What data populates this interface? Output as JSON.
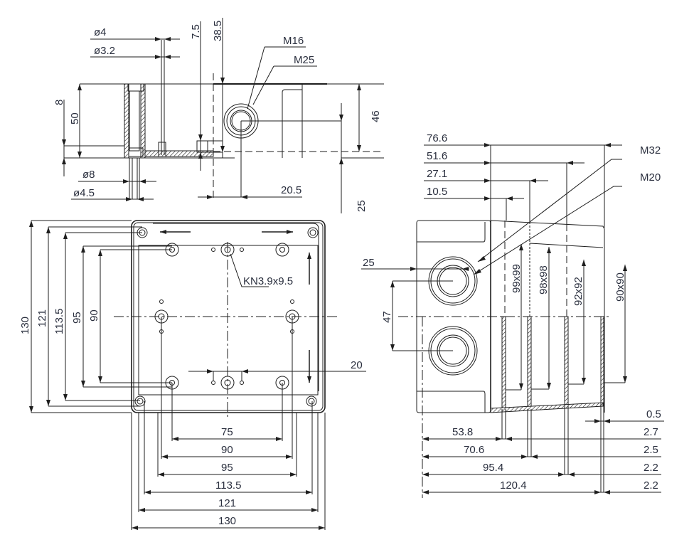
{
  "drawing": {
    "title": "Enclosure dimensional drawing",
    "units": "mm",
    "side_section": {
      "diameters": [
        "ø4",
        "ø3.2",
        "ø8",
        "ø4.5"
      ],
      "heights": {
        "lid_height": "8",
        "total": "50",
        "depth_46": "46",
        "offset_7_5": "7.5",
        "offset_38_5": "38.5",
        "offset_25": "25",
        "offset_20_5": "20.5"
      },
      "threads": [
        "M16",
        "M25"
      ]
    },
    "top_view": {
      "vertical_dims": [
        "130",
        "121",
        "113.5",
        "95",
        "90"
      ],
      "horizontal_dims": [
        "75",
        "90",
        "95",
        "113.5",
        "121",
        "130"
      ],
      "screw_label": "KN3.9x9.5",
      "spacing_20": "20"
    },
    "side_view": {
      "top_dims": [
        "76.6",
        "51.6",
        "27.1",
        "10.5"
      ],
      "threads": [
        "M32",
        "M20"
      ],
      "inner_sizes": [
        "99x99",
        "98x98",
        "92x92",
        "90x90"
      ],
      "offsets": {
        "gland_25": "25",
        "gland_47": "47"
      },
      "bottom_dims": [
        "53.8",
        "70.6",
        "95.4",
        "120.4"
      ],
      "wall_thickness": [
        "0.5",
        "2.7",
        "2.5",
        "2.2",
        "2.2"
      ]
    }
  }
}
